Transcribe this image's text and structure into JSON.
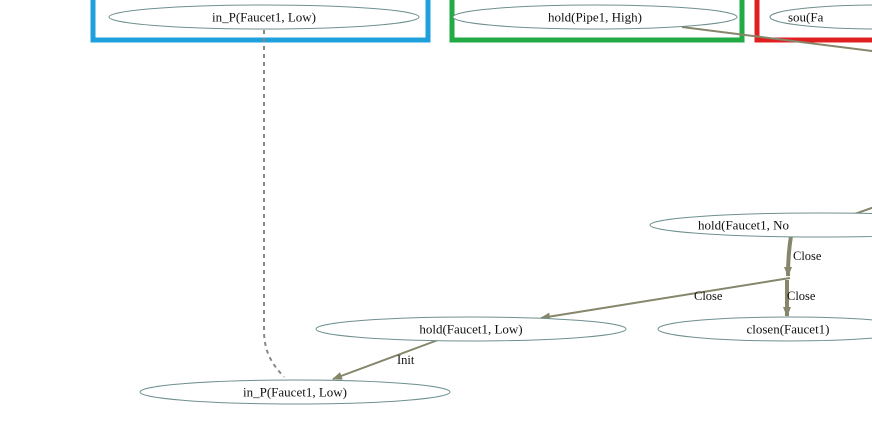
{
  "colors": {
    "node_stroke": "#6f8f8f",
    "edge": "#86866a",
    "dashed_edge": "#888888",
    "cluster_blue": "#1ea0dc",
    "cluster_green": "#22aa44",
    "cluster_red": "#e02020"
  },
  "nodes": {
    "in_p_top": "in_P(Faucet1, Low)",
    "hold_pipe1_high": "hold(Pipe1, High)",
    "sou_partial": "sou(Fa",
    "hold_faucet1_partial": "hold(Faucet1, No",
    "hold_faucet1_low": "hold(Faucet1, Low)",
    "closen_faucet1": "closen(Faucet1)",
    "in_p_bottom": "in_P(Faucet1, Low)"
  },
  "edges": {
    "close_main": "Close",
    "close_left": "Close",
    "close_right": "Close",
    "init": "Init"
  }
}
